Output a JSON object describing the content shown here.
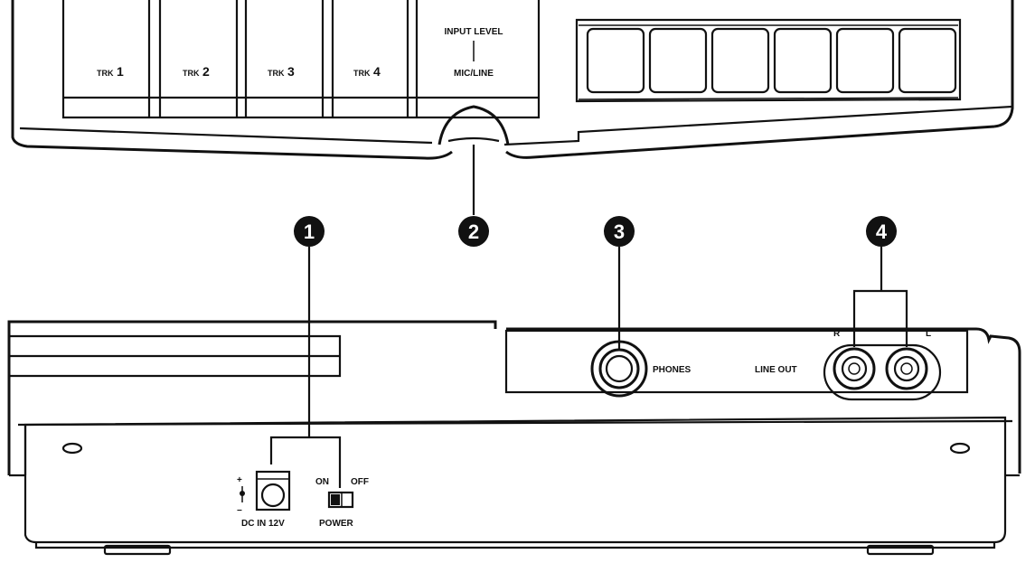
{
  "top_panel": {
    "tracks": [
      {
        "prefix": "TRK",
        "number": "1"
      },
      {
        "prefix": "TRK",
        "number": "2"
      },
      {
        "prefix": "TRK",
        "number": "3"
      },
      {
        "prefix": "TRK",
        "number": "4"
      }
    ],
    "input_level_label": "INPUT LEVEL",
    "mic_line_label": "MIC/LINE"
  },
  "callouts": [
    "1",
    "2",
    "3",
    "4"
  ],
  "rear_panel": {
    "phones_label": "PHONES",
    "line_out_label": "LINE OUT",
    "line_out_r": "R",
    "line_out_l": "L",
    "polarity_plus": "+",
    "polarity_minus": "−",
    "dc_in_label": "DC IN 12V",
    "switch_on": "ON",
    "switch_off": "OFF",
    "power_label": "POWER"
  },
  "colors": {
    "line": "#111111",
    "background": "#ffffff",
    "callout_fill": "#111111",
    "callout_text": "#ffffff"
  }
}
